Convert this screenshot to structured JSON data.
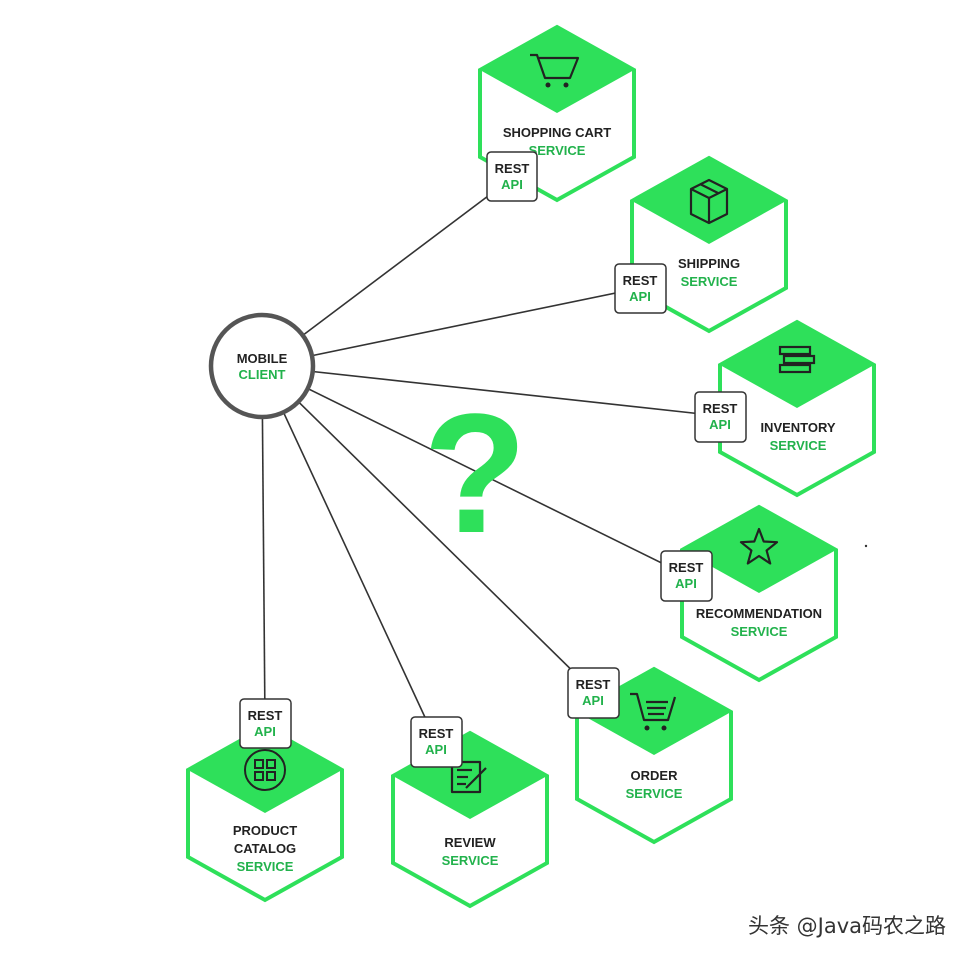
{
  "client": {
    "line1": "MOBILE",
    "line2": "CLIENT"
  },
  "rest_api": {
    "top": "REST",
    "bottom": "API"
  },
  "question_mark": "?",
  "services": {
    "shopping_cart": {
      "lines": [
        "SHOPPING CART"
      ],
      "sub": "SERVICE",
      "icon": "shopping-cart-icon"
    },
    "shipping": {
      "lines": [
        "SHIPPING"
      ],
      "sub": "SERVICE",
      "icon": "package-box-icon"
    },
    "inventory": {
      "lines": [
        "INVENTORY"
      ],
      "sub": "SERVICE",
      "icon": "stack-icon"
    },
    "recommendation": {
      "lines": [
        "RECOMMENDATION"
      ],
      "sub": "SERVICE",
      "icon": "star-icon"
    },
    "order": {
      "lines": [
        "ORDER"
      ],
      "sub": "SERVICE",
      "icon": "cart-list-icon"
    },
    "review": {
      "lines": [
        "REVIEW"
      ],
      "sub": "SERVICE",
      "icon": "review-edit-icon"
    },
    "product_catalog": {
      "lines": [
        "PRODUCT",
        "CATALOG"
      ],
      "sub": "SERVICE",
      "icon": "catalog-grid-icon"
    }
  },
  "watermark": "头条 @Java码农之路",
  "colors": {
    "green": "#2ee05a",
    "green_text": "#22b24c",
    "line": "#333333",
    "circle": "#555555"
  }
}
